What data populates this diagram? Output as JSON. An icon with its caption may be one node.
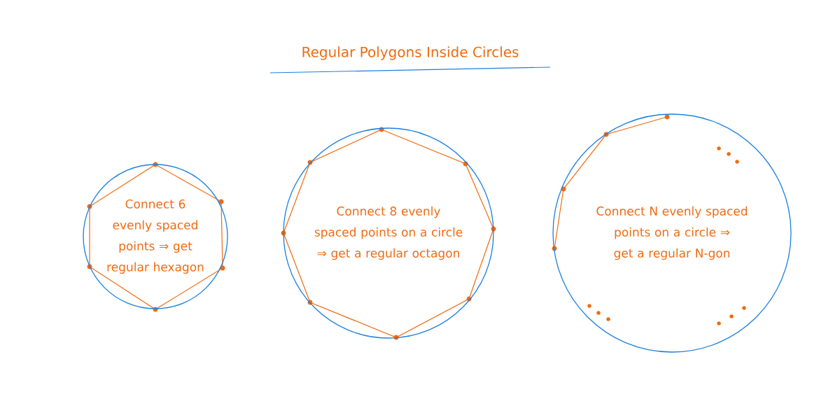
{
  "diagram": {
    "title": "Regular Polygons Inside Circles",
    "nodes": [
      {
        "text": [
          "Connect 6 evenly spaced points ⇒ get regular hexagon"
        ]
      },
      {
        "text": [
          "Connect 8 evenly spaced points on a circle ⇒ get a regular octagon"
        ]
      },
      {
        "text": [
          "Connect N evenly spaced points on a circle ⇒ get a regular N-gon"
        ]
      }
    ]
  }
}
